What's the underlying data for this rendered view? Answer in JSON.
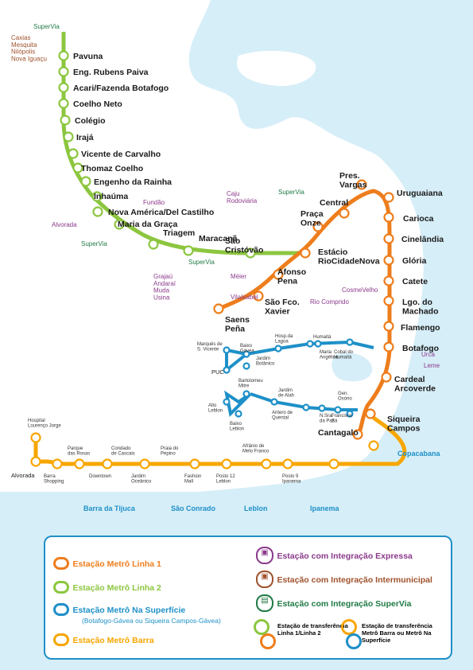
{
  "colors": {
    "line1": "#ee7d1c",
    "line2": "#8cc63f",
    "superficie": "#1e90c8",
    "barra": "#f7a600",
    "expressa": "#8b3a8b",
    "intermunicipal": "#a0522d",
    "supervia": "#1f7a45",
    "water": "#d6eef8"
  },
  "line2_stations": [
    "Pavuna",
    "Eng. Rubens Paiva",
    "Acari/Fazenda Botafogo",
    "Coelho Neto",
    "Colégio",
    "Irajá",
    "Vicente de Carvalho",
    "Thomaz Coelho",
    "Engenho da Rainha",
    "Inhaúma",
    "Nova América/Del Castilho",
    "Maria da Graça",
    "Triagem",
    "Maracanã",
    "São Cristóvão"
  ],
  "line1_stations": [
    "Saens Peña",
    "São Fco. Xavier",
    "Afonso Pena",
    "Estácio RioCidadeNova",
    "Praça Onze",
    "Central",
    "Pres. Vargas",
    "Uruguaiana",
    "Carioca",
    "Cinelândia",
    "Glória",
    "Catete",
    "Lgo. do Machado",
    "Flamengo",
    "Botafogo",
    "Cardeal Arcoverde",
    "Siqueira Campos",
    "Cantagalo"
  ],
  "superficie_stations": [
    "Marquês de S. Vicente",
    "Baixo Gávea",
    "Jardim Botânico",
    "Hosp. da Lagoa",
    "Maria Angélica",
    "Humaitá",
    "Cobal do Humaitá",
    "PUC",
    "Bartolomeu Mitre",
    "Alto Leblon",
    "Baixo Leblon",
    "Antero de Quental",
    "Jardim de Alah",
    "N.Sra. da Paz",
    "Gen. Osório",
    "Francisco Sá"
  ],
  "barra_stations": [
    "Hospital Lourenço Jorge",
    "Alvorada",
    "Barra Shopping",
    "Parque das Rosas",
    "Downtown",
    "Condado de Cascais",
    "Jardim Oceânico",
    "Praia do Pepino",
    "Fashion Mall",
    "Posto 12 Leblon",
    "Afrânio de Melo Franco",
    "Posto 9 Ipanema"
  ],
  "connections": {
    "pavuna": [
      "Caxias",
      "Mesquita",
      "Nilópolis",
      "Nova Iguaçu"
    ],
    "supervia": "SuperVia",
    "fundao": "Fundão",
    "alvorada": "Alvorada",
    "caju": "Caju",
    "rodoviaria": "Rodoviária",
    "meier": "Méier",
    "vilaisabel": "VilaIsabel",
    "riocomprido": "Rio Comprido",
    "saens": [
      "Grajaú",
      "Andaraí",
      "Muda",
      "Usina"
    ],
    "cosmevelho": "CosmeVelho",
    "urca": "Urca",
    "leme": "Leme"
  },
  "neighborhoods": [
    "Copacabana",
    "Barra da Tijuca",
    "São Conrado",
    "Leblon",
    "Ipanema"
  ],
  "legend": {
    "line1": "Estação Metrô Linha 1",
    "line2": "Estação Metrô Linha 2",
    "superficie": "Estação Metrô Na Superfície",
    "superficie_sub": "(Botafogo-Gávea ou Siqueira Campos-Gávea)",
    "barra": "Estação Metrô Barra",
    "expressa": "Estação com Integração Expressa",
    "intermunicipal": "Estação com Integração Intermunicipal",
    "supervia": "Estação com Integração SuperVia",
    "transfer12": "Estação de transferência Linha 1/Linha 2",
    "transferbarra": "Estação de transferência Metrô Barra ou Metrô Na Superfície"
  }
}
